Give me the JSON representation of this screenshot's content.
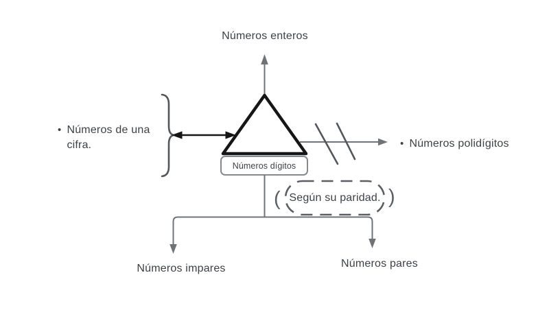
{
  "diagram": {
    "top_label": "Números enteros",
    "left_item": {
      "bullet": "•",
      "text": "Números de una cifra."
    },
    "right_item": {
      "bullet": "•",
      "text": "Números polidígitos"
    },
    "triangle_box_label": "Números dígitos",
    "parity": {
      "paren_open": "(",
      "text": "Según su paridad.",
      "paren_close": ")"
    },
    "bottom_left_label": "Números impares",
    "bottom_right_label": "Números pares"
  },
  "theme": {
    "text": "#3d4145",
    "ink": "#161616",
    "line": "#6f7377",
    "mid": "#53575b",
    "box": "#85898c",
    "pill": "#5b5f63"
  }
}
